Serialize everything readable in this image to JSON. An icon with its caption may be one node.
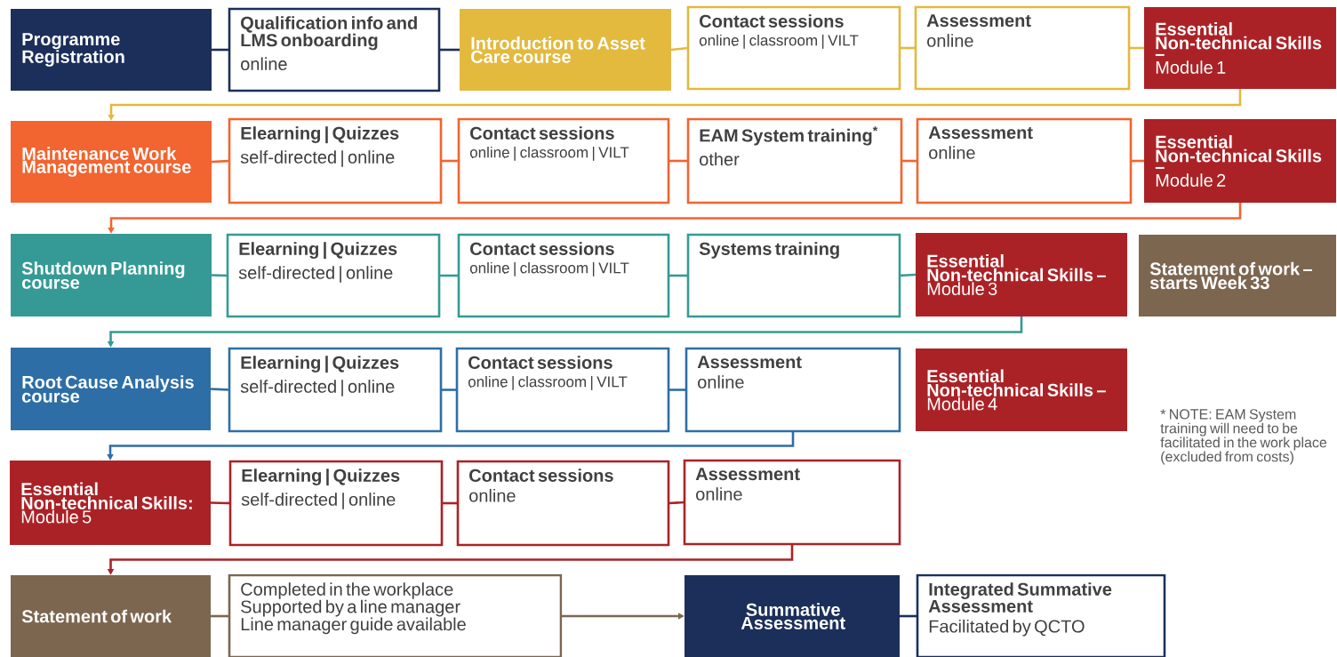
{
  "diagram": {
    "nodes": [
      {
        "text": [
          "Programme Registration"
        ]
      },
      {
        "text": [
          "Qualification info and LMS onboarding",
          "online"
        ]
      },
      {
        "text": [
          "Introduction to Asset Care course"
        ]
      },
      {
        "text": [
          "Contact sessions",
          "online | classroom | VILT"
        ]
      },
      {
        "text": [
          "Assessment",
          "online"
        ]
      },
      {
        "text": [
          "Essential Non-technical Skills –",
          "Module 1"
        ]
      },
      {
        "text": [
          "Maintenance Work Management course"
        ]
      },
      {
        "text": [
          "Elearning | Quizzes",
          "self-directed | online"
        ]
      },
      {
        "text": [
          "Contact sessions",
          "online | classroom | VILT"
        ]
      },
      {
        "text": [
          "EAM System training$^{*}$",
          "other"
        ]
      },
      {
        "text": [
          "Assessment",
          "online"
        ]
      },
      {
        "text": [
          "Essential Non-technical Skills –",
          "Module 2"
        ]
      },
      {
        "text": [
          "Shutdown Planning course"
        ]
      },
      {
        "text": [
          "Elearning | Quizzes",
          "self-directed | online"
        ]
      },
      {
        "text": [
          "Contact sessions",
          "online | classroom | VILT"
        ]
      },
      {
        "text": [
          "Systems training"
        ]
      },
      {
        "text": [
          "Essential Non-technical Skills –",
          "Module 3"
        ]
      },
      {
        "text": [
          "Statement of work – starts Week 33"
        ]
      },
      {
        "text": [
          "Root Cause Analysis course"
        ]
      },
      {
        "text": [
          "Elearning | Quizzes",
          "self-directed | online"
        ]
      },
      {
        "text": [
          "Contact sessions",
          "online | classroom | VILT"
        ]
      },
      {
        "text": [
          "Assessment",
          "online"
        ]
      },
      {
        "text": [
          "Essential Non-technical Skills –",
          "Module 4"
        ]
      },
      {
        "text": [
          "Essential Non-technical Skills:",
          "Module 5"
        ]
      },
      {
        "text": [
          "Elearning | Quizzes",
          "self-directed | online"
        ]
      },
      {
        "text": [
          "Contact sessions",
          "online"
        ]
      },
      {
        "text": [
          "Assessment",
          "online"
        ]
      },
      {
        "text": [
          "Statement of work"
        ]
      },
      {
        "text": [
          "Completed in the workplace",
          "Supported by a line manager",
          "Line manager guide available"
        ]
      },
      {
        "text": [
          "Summative Assessment"
        ]
      },
      {
        "text": [
          "Integrated Summative Assessment",
          "Facilitated by QCTO"
        ]
      }
    ],
    "edges": [
      {
        "from": 0,
        "to": 1,
        "arrow": "none",
        "color": "#1b2f5a"
      },
      {
        "from": 1,
        "to": 2,
        "arrow": "none",
        "color": "#1b2f5a"
      },
      {
        "from": 2,
        "to": 3,
        "arrow": "none",
        "color": "#e3b93e"
      },
      {
        "from": 3,
        "to": 4,
        "arrow": "none",
        "color": "#e3b93e"
      },
      {
        "from": 4,
        "to": 5,
        "arrow": "none",
        "color": "#e3b93e"
      },
      {
        "from": 5,
        "to": 6,
        "arrow": "to",
        "color": "#e3b93e"
      },
      {
        "from": 6,
        "to": 7,
        "arrow": "none",
        "color": "#f26430"
      },
      {
        "from": 7,
        "to": 8,
        "arrow": "none",
        "color": "#f26430"
      },
      {
        "from": 8,
        "to": 9,
        "arrow": "none",
        "color": "#f26430"
      },
      {
        "from": 9,
        "to": 10,
        "arrow": "none",
        "color": "#f26430"
      },
      {
        "from": 10,
        "to": 11,
        "arrow": "none",
        "color": "#f26430"
      },
      {
        "from": 11,
        "to": 12,
        "arrow": "to",
        "color": "#f26430"
      },
      {
        "from": 12,
        "to": 13,
        "arrow": "none",
        "color": "#359a95"
      },
      {
        "from": 13,
        "to": 14,
        "arrow": "none",
        "color": "#359a95"
      },
      {
        "from": 14,
        "to": 15,
        "arrow": "none",
        "color": "#359a95"
      },
      {
        "from": 15,
        "to": 16,
        "arrow": "none",
        "color": "#359a95"
      },
      {
        "from": 16,
        "to": 18,
        "arrow": "to",
        "color": "#359a95"
      },
      {
        "from": 18,
        "to": 19,
        "arrow": "none",
        "color": "#2e6ea6"
      },
      {
        "from": 19,
        "to": 20,
        "arrow": "none",
        "color": "#2e6ea6"
      },
      {
        "from": 20,
        "to": 21,
        "arrow": "none",
        "color": "#2e6ea6"
      },
      {
        "from": 21,
        "to": 23,
        "arrow": "to",
        "color": "#2e6ea6"
      },
      {
        "from": 23,
        "to": 24,
        "arrow": "none",
        "color": "#ab2226"
      },
      {
        "from": 24,
        "to": 25,
        "arrow": "none",
        "color": "#ab2226"
      },
      {
        "from": 25,
        "to": 26,
        "arrow": "none",
        "color": "#ab2226"
      },
      {
        "from": 26,
        "to": 27,
        "arrow": "to",
        "color": "#ab2226"
      },
      {
        "from": 27,
        "to": 28,
        "arrow": "none",
        "color": "#7c6650"
      },
      {
        "from": 28,
        "to": 29,
        "arrow": "to",
        "color": "#7c6650"
      },
      {
        "from": 29,
        "to": 30,
        "arrow": "none",
        "color": "#1b2f5a"
      }
    ],
    "labels": [
      "* NOTE: EAM System training will need to be facilitated in the work place (excluded from costs)"
    ]
  }
}
